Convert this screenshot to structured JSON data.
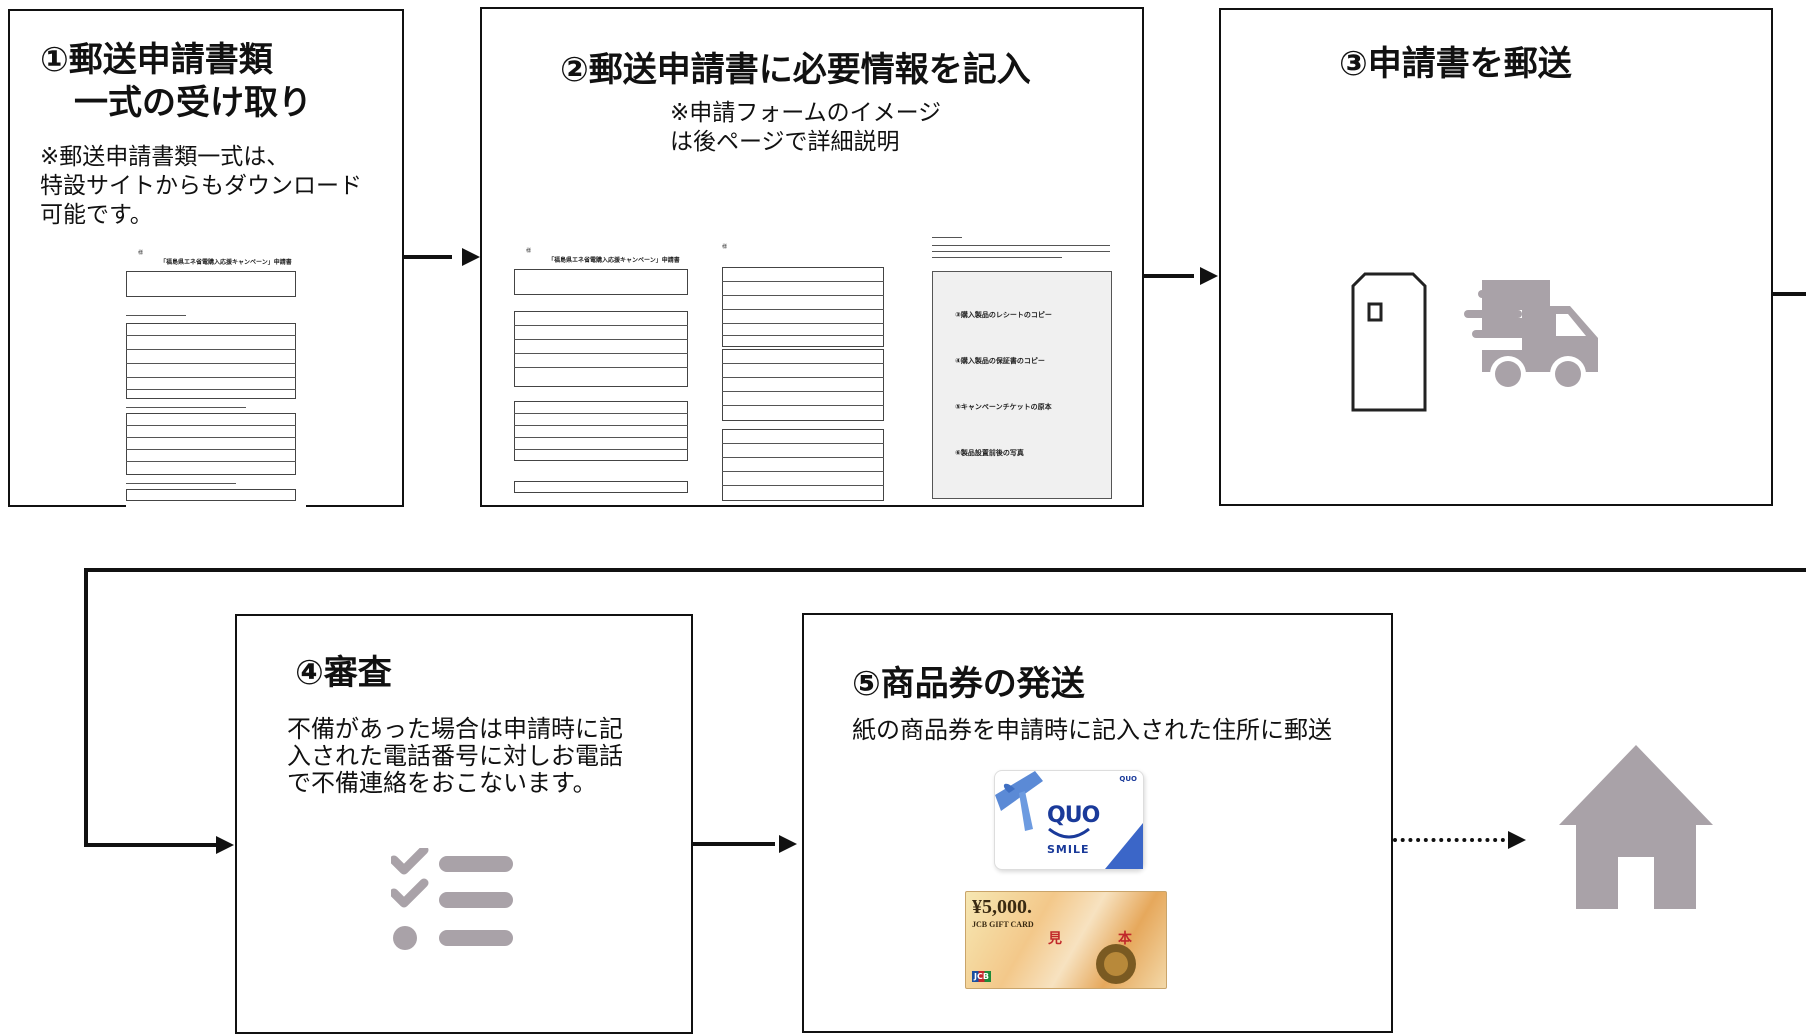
{
  "steps": [
    {
      "title": "①郵送申請書類\n　一式の受け取り",
      "note": "※郵送申請書類一式は、\n特設サイトからもダウンロード\n可能です。"
    },
    {
      "title": "②郵送申請書に必要情報を記入",
      "note": "※申請フォームのイメージ\nは後ページで詳細説明"
    },
    {
      "title": "③申請書を郵送"
    },
    {
      "title": "④審査",
      "note": "不備があった場合は申請時に記\n入された電話番号に対しお電話\nで不備連絡をおこないます。"
    },
    {
      "title": "⑤商品券の発送",
      "note": "紙の商品券を申請時に記入された住所に郵送"
    }
  ],
  "form_doc": {
    "badge": "様",
    "heading": "「福島県エネ省電購入応援キャンペーン」申請書"
  },
  "attachments_doc": {
    "items": [
      "③購入製品のレシートのコピー",
      "④購入製品の保証書のコピー",
      "⑤キャンペーンチケットの原本",
      "⑥製品設置前後の写真"
    ]
  },
  "quo_card": {
    "brand": "QUO",
    "tagline": "SMILE",
    "corner": "QUO"
  },
  "jcb_card": {
    "amount": "¥5,000.",
    "name": "JCB GIFT CARD",
    "mark": "見",
    "mark2": "本",
    "logo": "JCB"
  },
  "icons": [
    "envelope-icon",
    "delivery-truck-icon",
    "checklist-icon",
    "home-icon"
  ],
  "colors": {
    "icon": "#a9a2a8",
    "border": "#111111"
  }
}
